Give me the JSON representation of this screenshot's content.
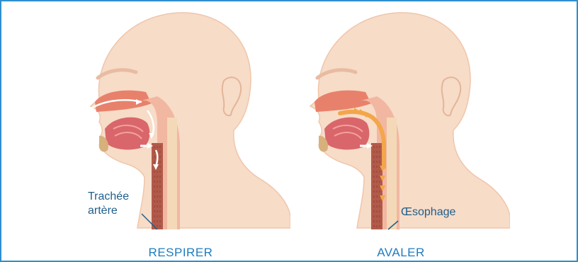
{
  "panels": {
    "left": {
      "caption": "RESPIRER",
      "label_line1": "Trachée",
      "label_line2": "artère"
    },
    "right": {
      "caption": "AVALER",
      "label": "Œsophage"
    }
  },
  "colors": {
    "border": "#2e8fcf",
    "caption": "#1e7cc0",
    "label": "#1f5e8c",
    "skin": "#f7dcc8",
    "skin_outline": "#efc6aa",
    "nasal": "#e8816b",
    "tongue": "#d9666a",
    "airflow": "#ffffff",
    "food": "#f3a64a"
  }
}
